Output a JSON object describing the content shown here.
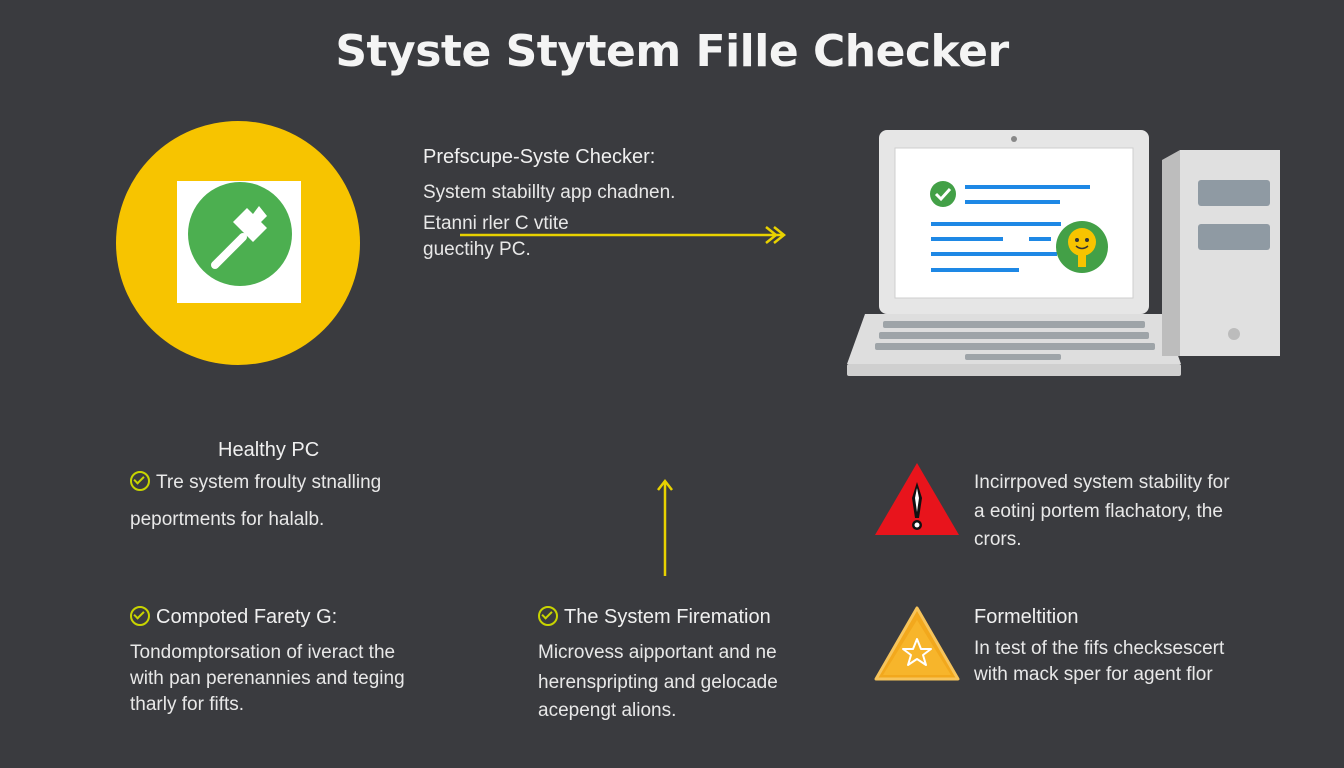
{
  "title": "Styste Stytem Fille Checker",
  "colors": {
    "background": "#3a3b3f",
    "accent_yellow": "#f7c400",
    "check_green": "#4caf50",
    "warning_red": "#e8141c",
    "arrow_yellow": "#e8d200"
  },
  "intro": {
    "heading": "Prefscupe-Syste Checker:",
    "line1": "System stabillty app chadnen.",
    "line2": "Etanni rler C vtite",
    "line3": "guectihy PC."
  },
  "healthy": {
    "heading": "Healthy PC",
    "line1": "Tre system froulty stnalling",
    "line2": "peportments for halalb."
  },
  "improved": {
    "line1": "Incirrpoved system stability for",
    "line2": "a eotinj portem flachatory, the",
    "line3": "crors."
  },
  "computed": {
    "heading": "Compoted Farety G:",
    "line1": "Tondomptorsation of iveract the",
    "line2": "with pan perenannies and teging",
    "line3": "tharly for fifts."
  },
  "firemation": {
    "heading": "The System Firemation",
    "line1": "Microvess aipportant and ne",
    "line2": "herenspripting and gelocade",
    "line3": "acepengt alions."
  },
  "formeltition": {
    "heading": "Formeltition",
    "line1": "In test of the fifs checksescert",
    "line2": "with mack sper for agent flor"
  },
  "icons": {
    "app_logo": "hammer-icon",
    "screen_check": "check-icon",
    "mascot": "smiley-icon",
    "red_warning": "warning-icon",
    "orange_warning": "star-warning-icon"
  }
}
